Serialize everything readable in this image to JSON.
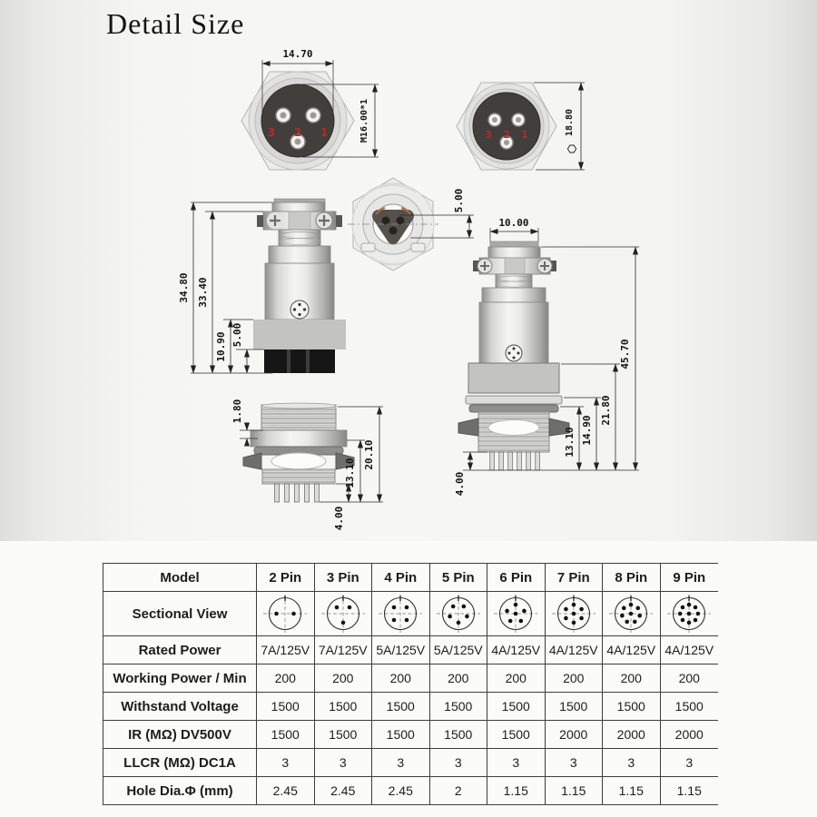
{
  "title": "Detail Size",
  "drawings": {
    "face_front": {
      "width": "14.70",
      "thread": "M16.00*1",
      "pin3": "3",
      "pin2": "2",
      "pin1": "1"
    },
    "face_back": {
      "across_flats": "18.80",
      "pin3": "3",
      "pin2": "2",
      "pin1": "1"
    },
    "plug_side": {
      "h_total": "34.80",
      "h_inner": "33.40",
      "h_lower": "10.90",
      "h_boot": "5.00"
    },
    "rear_view": {
      "pin_offset": "5.00"
    },
    "assembled": {
      "cap_width": "10.00",
      "h_total": "45.70",
      "h_mount": "21.80",
      "h_flange": "14.90",
      "h_thread": "13.10",
      "pin_len": "4.00"
    },
    "socket": {
      "lip": "1.80",
      "h_total": "20.10",
      "h_thread": "13.10",
      "pin_len": "4.00"
    }
  },
  "table": {
    "rows": [
      {
        "label": "Model",
        "header": true,
        "values": [
          "2 Pin",
          "3 Pin",
          "4 Pin",
          "5 Pin",
          "6 Pin",
          "7 Pin",
          "8 Pin",
          "9 Pin"
        ]
      },
      {
        "label": "Sectional View",
        "pins": [
          2,
          3,
          4,
          5,
          6,
          7,
          8,
          9
        ]
      },
      {
        "label": "Rated Power",
        "values": [
          "7A/125V",
          "7A/125V",
          "5A/125V",
          "5A/125V",
          "4A/125V",
          "4A/125V",
          "4A/125V",
          "4A/125V"
        ]
      },
      {
        "label": "Working Power / Min",
        "values": [
          "200",
          "200",
          "200",
          "200",
          "200",
          "200",
          "200",
          "200"
        ]
      },
      {
        "label": "Withstand Voltage",
        "values": [
          "1500",
          "1500",
          "1500",
          "1500",
          "1500",
          "1500",
          "1500",
          "1500"
        ]
      },
      {
        "label": "IR (MΩ) DV500V",
        "values": [
          "1500",
          "1500",
          "1500",
          "1500",
          "1500",
          "2000",
          "2000",
          "2000"
        ]
      },
      {
        "label": "LLCR (MΩ) DC1A",
        "values": [
          "3",
          "3",
          "3",
          "3",
          "3",
          "3",
          "3",
          "3"
        ]
      },
      {
        "label": "Hole Dia.Φ (mm)",
        "values": [
          "2.45",
          "2.45",
          "2.45",
          "2",
          "1.15",
          "1.15",
          "1.15",
          "1.15"
        ]
      }
    ]
  },
  "colors": {
    "pin_number_red": "#c2251f",
    "dark_face": "#413f3c",
    "line": "#2b2b2b",
    "table_border": "#3e3e3e"
  }
}
